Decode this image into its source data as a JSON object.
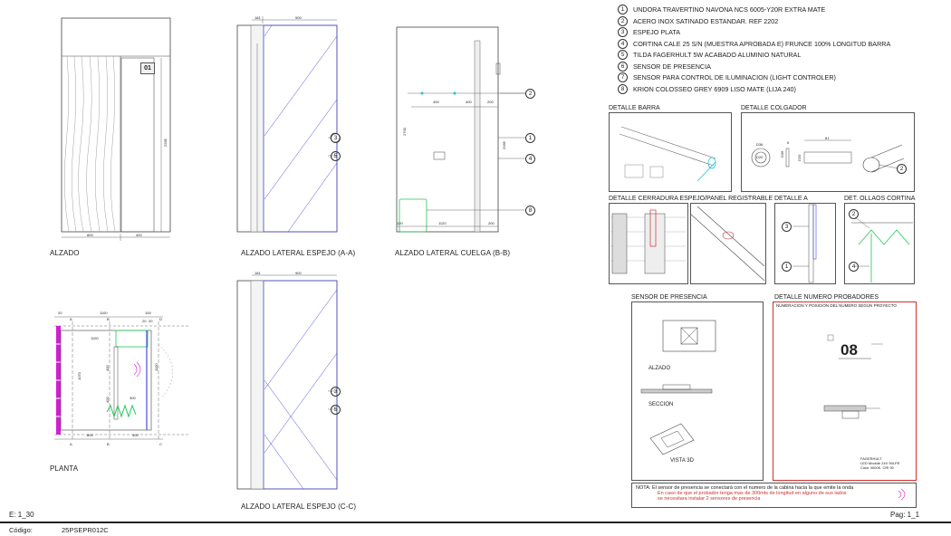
{
  "legend": [
    {
      "num": "1",
      "text": "UNDORA TRAVERTINO NAVONA NCS 6005-Y20R EXTRA MATE"
    },
    {
      "num": "2",
      "text": "ACERO INOX SATINADO ESTANDAR. REF 2202"
    },
    {
      "num": "3",
      "text": "ESPEJO PLATA"
    },
    {
      "num": "4",
      "text": "CORTINA CALE 25 S/N (MUESTRA APROBADA E) FRUNCE 100% LONGITUD BARRA"
    },
    {
      "num": "5",
      "text": "TILDA FAGERHULT 5W ACABADO ALUMINIO NATURAL"
    },
    {
      "num": "6",
      "text": "SENSOR DE PRESENCIA"
    },
    {
      "num": "7",
      "text": "SENSOR PARA CONTROL DE ILUMINACION (LIGHT CONTROLER)"
    },
    {
      "num": "8",
      "text": "KRION COLOSSEO GREY 6909 LISO MATE (LIJA 240)"
    }
  ],
  "views": {
    "alzado": "ALZADO",
    "alzado_lateral_aa": "ALZADO LATERAL ESPEJO (A-A)",
    "alzado_lateral_bb": "ALZADO LATERAL CUELGA (B-B)",
    "alzado_lateral_cc": "ALZADO LATERAL ESPEJO (C-C)",
    "planta": "PLANTA"
  },
  "details": {
    "barra": "DETALLE BARRA",
    "colgador": "DETALLE COLGADOR",
    "cerradura": "DETALLE CERRADURA ESPEJO/PANEL REGISTRABLE",
    "detalle_a": "DETALLE A",
    "ollaos": "DET. OLLAOS CORTINA",
    "sensor": "SENSOR DE PRESENCIA",
    "numero": "DETALLE NUMERO PROBADORES",
    "numero_sub": "NUMERACION Y POSICION DEL NUMERO SEGUN PROYECTO",
    "sensor_alzado": "ALZADO",
    "sensor_seccion": "SECCION",
    "sensor_vista3d": "VISTA 3D",
    "numero_sample": "08",
    "cabin_number": "01",
    "fagerhult_text_1": "FAGERHULT",
    "fagerhult_text_2": "LED Module 24V 90LPE",
    "fagerhult_text_3": "Color 4000K. CRI 90"
  },
  "dimensions": {
    "alzado_width_1": "800",
    "alzado_width_2": "400",
    "alzado_height": "2285",
    "aa_top_1": "181",
    "aa_top_2": "900",
    "cc_top_1": "181",
    "cc_top_2": "900",
    "bb_d1": "400",
    "bb_d2": "400",
    "bb_d3": "200",
    "bb_height": "2700",
    "bb_height_2": "2285",
    "bb_bottom_1": "120",
    "bb_bottom_2": "1120",
    "bb_bottom_3": "200",
    "planta_top_1": "1100",
    "planta_top_2": "100",
    "planta_top_3": "20",
    "planta_top_4": "20",
    "planta_top_5": "20",
    "planta_inner": "1100",
    "planta_h1": "1070",
    "planta_h2": "400",
    "planta_h3": "400",
    "planta_h4": "300",
    "planta_h5": "1100",
    "planta_bottom_1": "800",
    "planta_bottom_2": "400",
    "colgador_d1": "D36",
    "colgador_d2": "D20",
    "colgador_d3": "5",
    "colgador_d4": "81",
    "colgador_d5": "D36",
    "colgador_d6": "D20"
  },
  "sections": {
    "A": "A",
    "B": "B",
    "C": "C",
    "D": "D"
  },
  "note": {
    "label": "NOTA:",
    "line1": "El sensor de presencia se conectará con el numero de la cabina hacia la que emite la onda",
    "line2": "En caso de que el probador tenga mas de 300mts de longitud en alguno de sus lados",
    "line3": "se necesitara instalar 2 sensores de presencia"
  },
  "footer": {
    "scale": "E: 1_30",
    "page": "Pag: 1_1",
    "code_label": "Código:",
    "code_value": "25PSEPR012C"
  },
  "colors": {
    "line": "#333333",
    "blue": "#4a4ae0",
    "cyan": "#18c8d8",
    "green": "#22c75a",
    "magenta": "#d21ed2",
    "red": "#d03030"
  }
}
